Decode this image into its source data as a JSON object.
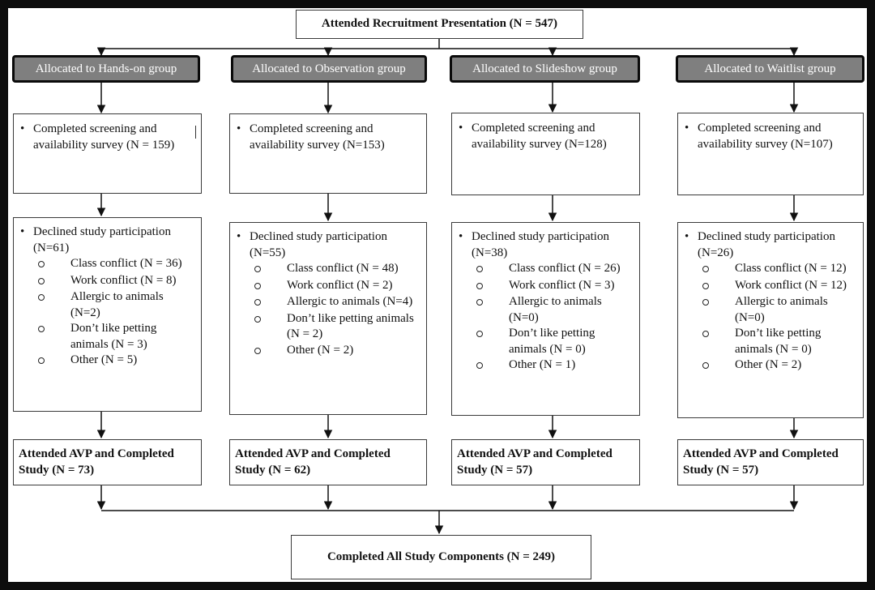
{
  "flowchart": {
    "top": "Attended Recruitment Presentation (N = 547)",
    "groups": [
      {
        "allocation": "Allocated to Hands-on group",
        "survey": "Completed screening and availability survey (N = 159)",
        "declined": "Declined study participation (N=61)",
        "reasons": [
          "Class conflict (N = 36)",
          "Work conflict (N = 8)",
          "Allergic to animals (N=2)",
          "Don’t like petting animals (N = 3)",
          "Other (N = 5)"
        ],
        "attended": "Attended AVP and Completed Study (N = 73)"
      },
      {
        "allocation": "Allocated to Observation group",
        "survey": "Completed screening and availability survey (N=153)",
        "declined": "Declined study participation (N=55)",
        "reasons": [
          "Class conflict (N = 48)",
          "Work conflict (N = 2)",
          "Allergic to animals (N=4)",
          "Don’t like petting animals (N = 2)",
          "Other (N = 2)"
        ],
        "attended": "Attended AVP and Completed Study (N = 62)"
      },
      {
        "allocation": "Allocated to Slideshow group",
        "survey": "Completed screening and availability survey (N=128)",
        "declined": "Declined study participation (N=38)",
        "reasons": [
          "Class conflict (N = 26)",
          "Work conflict (N = 3)",
          "Allergic to animals (N=0)",
          "Don’t like petting animals (N = 0)",
          "Other (N = 1)"
        ],
        "attended": "Attended AVP and Completed Study (N = 57)"
      },
      {
        "allocation": "Allocated to Waitlist group",
        "survey": "Completed screening and availability survey (N=107)",
        "declined": "Declined study participation (N=26)",
        "reasons": [
          "Class conflict (N = 12)",
          "Work conflict (N = 12)",
          "Allergic to animals (N=0)",
          "Don’t like petting animals (N = 0)",
          "Other (N = 2)"
        ],
        "attended": "Attended AVP and Completed Study (N = 57)"
      }
    ],
    "bottom": "Completed All Study Components (N = 249)"
  }
}
